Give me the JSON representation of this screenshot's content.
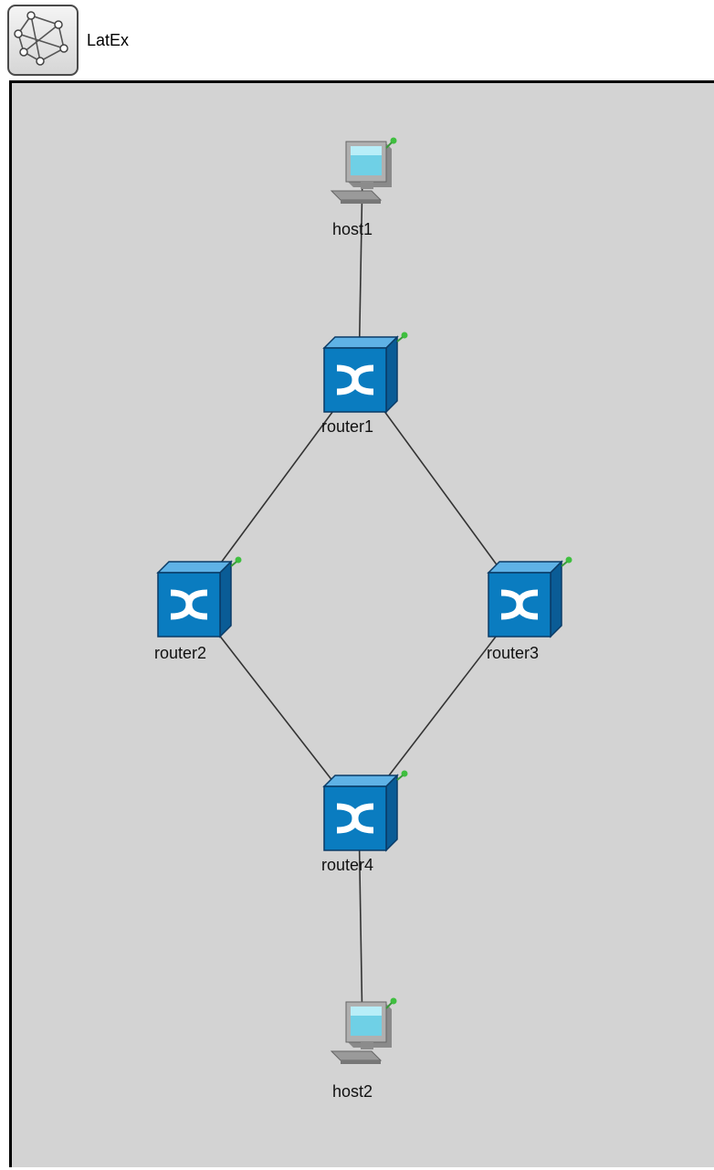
{
  "network": {
    "name": "LatEx",
    "icon": "network-topology-icon"
  },
  "nodes": {
    "host1": {
      "label": "host1",
      "icon": "host-computer-icon"
    },
    "router1": {
      "label": "router1",
      "icon": "router-icon"
    },
    "router2": {
      "label": "router2",
      "icon": "router-icon"
    },
    "router3": {
      "label": "router3",
      "icon": "router-icon"
    },
    "router4": {
      "label": "router4",
      "icon": "router-icon"
    },
    "host2": {
      "label": "host2",
      "icon": "host-computer-icon"
    }
  },
  "links": [
    {
      "from": "host1",
      "to": "router1"
    },
    {
      "from": "router1",
      "to": "router2"
    },
    {
      "from": "router1",
      "to": "router3"
    },
    {
      "from": "router2",
      "to": "router4"
    },
    {
      "from": "router3",
      "to": "router4"
    },
    {
      "from": "router4",
      "to": "host2"
    }
  ],
  "colors": {
    "canvas": "#d3d3d3",
    "router_blue": "#0a7cc0",
    "link": "#333333",
    "status_led": "#3fbf3f"
  }
}
